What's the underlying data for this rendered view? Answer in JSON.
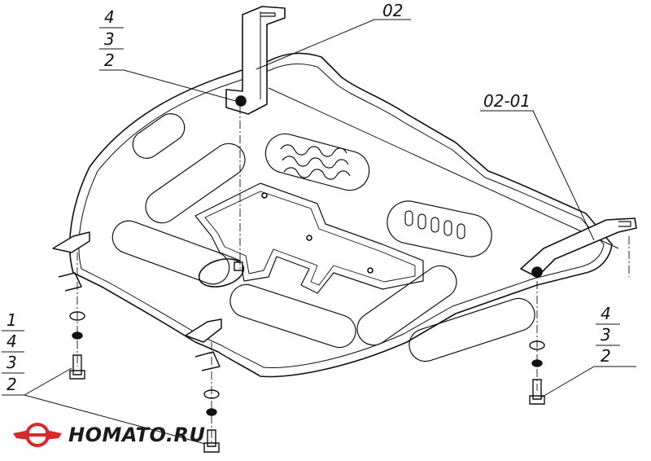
{
  "callouts": {
    "top_left": [
      "4",
      "3",
      "2"
    ],
    "bracket_top": "02",
    "bracket_right": "02-01",
    "right_stack": [
      "4",
      "3",
      "2"
    ],
    "left_stack": [
      "1",
      "4",
      "3",
      "2"
    ]
  },
  "logo": {
    "text": "HOMATO.RU",
    "brand_color": "#d62b2b"
  },
  "colors": {
    "line": "#111111",
    "background": "#ffffff"
  }
}
